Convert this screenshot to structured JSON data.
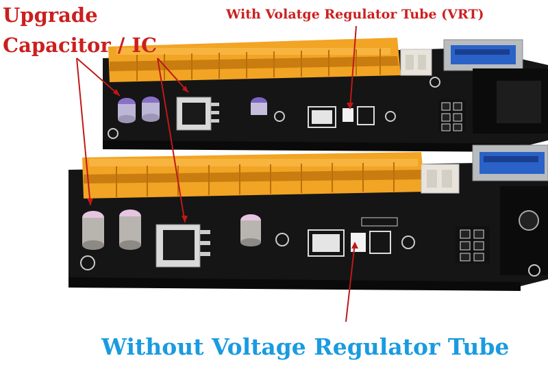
{
  "labels": {
    "upgrade": "Upgrade",
    "capacitor_ic": "Capacitor / IC",
    "with_vrt": "With Volatge Regulator Tube (VRT)",
    "without_vrt": "Without Voltage Regulator Tube"
  },
  "colors": {
    "annotation_red": "#cc1f1f",
    "caption_blue": "#1a9be0",
    "pcb_black": "#141414",
    "slot_orange": "#f0a020"
  }
}
